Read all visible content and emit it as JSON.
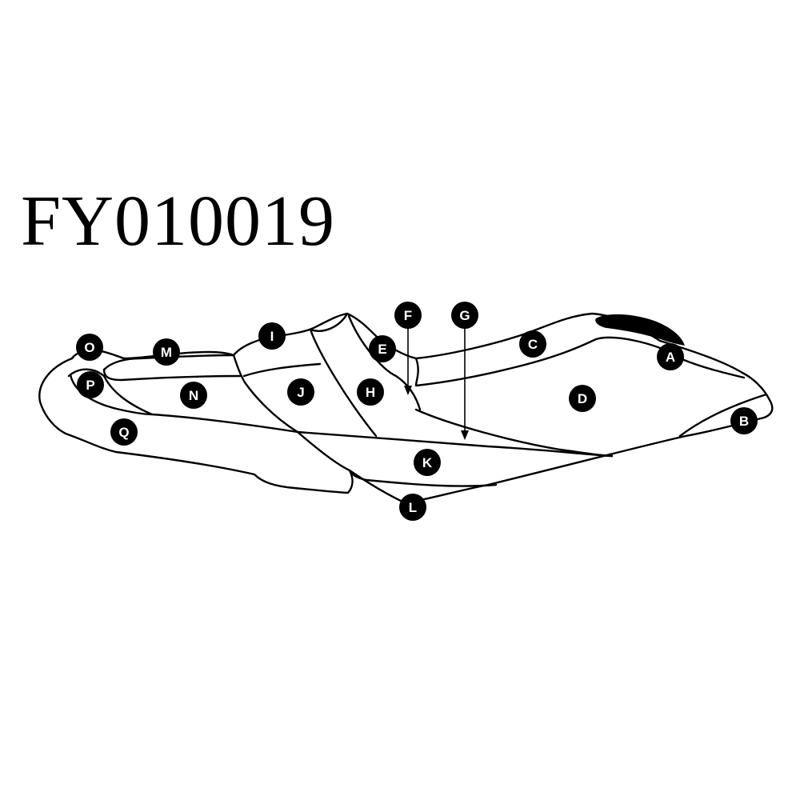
{
  "part_code": "FY010019",
  "colors": {
    "ink": "#000000",
    "paper": "#ffffff"
  },
  "labels": [
    "A",
    "B",
    "C",
    "D",
    "E",
    "F",
    "G",
    "H",
    "I",
    "J",
    "K",
    "L",
    "M",
    "N",
    "O",
    "P",
    "Q"
  ]
}
